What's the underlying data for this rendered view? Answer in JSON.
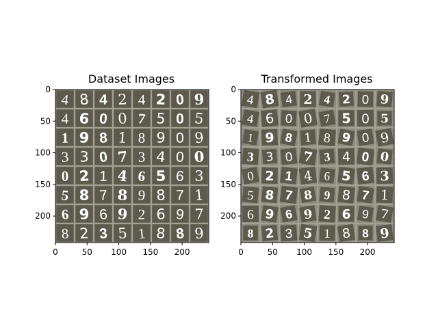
{
  "chart_data": [
    {
      "type": "image_grid",
      "title": "Dataset Images",
      "xlim": [
        0,
        242
      ],
      "ylim": [
        242,
        0
      ],
      "xticks": [
        0,
        50,
        100,
        150,
        200
      ],
      "yticks": [
        0,
        50,
        100,
        150,
        200
      ],
      "grid_rows": 8,
      "grid_cols": 8,
      "digits": [
        [
          "4",
          "8",
          "4",
          "2",
          "4",
          "2",
          "0",
          "9"
        ],
        [
          "4",
          "6",
          "0",
          "0",
          "7",
          "5",
          "0",
          "5"
        ],
        [
          "1",
          "9",
          "8",
          "1",
          "8",
          "9",
          "0",
          "9"
        ],
        [
          "3",
          "3",
          "0",
          "7",
          "3",
          "4",
          "0",
          "0"
        ],
        [
          "0",
          "2",
          "1",
          "4",
          "6",
          "5",
          "6",
          "3"
        ],
        [
          "5",
          "8",
          "7",
          "8",
          "9",
          "8",
          "7",
          "1"
        ],
        [
          "6",
          "9",
          "6",
          "9",
          "2",
          "6",
          "9",
          "7"
        ],
        [
          "8",
          "2",
          "3",
          "5",
          "1",
          "8",
          "8",
          "9"
        ]
      ],
      "transformed": false
    },
    {
      "type": "image_grid",
      "title": "Transformed Images",
      "xlim": [
        0,
        242
      ],
      "ylim": [
        242,
        0
      ],
      "xticks": [
        0,
        50,
        100,
        150,
        200
      ],
      "yticks": [
        0,
        50,
        100,
        150,
        200
      ],
      "grid_rows": 8,
      "grid_cols": 8,
      "digits": [
        [
          "4",
          "8",
          "4",
          "2",
          "4",
          "2",
          "0",
          "9"
        ],
        [
          "4",
          "6",
          "0",
          "0",
          "7",
          "5",
          "0",
          "5"
        ],
        [
          "1",
          "9",
          "8",
          "1",
          "8",
          "9",
          "0",
          "9"
        ],
        [
          "3",
          "3",
          "0",
          "7",
          "3",
          "4",
          "0",
          "0"
        ],
        [
          "0",
          "2",
          "1",
          "4",
          "6",
          "5",
          "6",
          "3"
        ],
        [
          "5",
          "8",
          "7",
          "8",
          "9",
          "8",
          "7",
          "1"
        ],
        [
          "6",
          "9",
          "6",
          "9",
          "2",
          "6",
          "9",
          "7"
        ],
        [
          "8",
          "2",
          "3",
          "5",
          "1",
          "8",
          "8",
          "9"
        ]
      ],
      "transformed": true
    }
  ],
  "colors": {
    "tile_background": "#5d5a4d",
    "frame_background": "#8c8a7d",
    "grid_line": "#a3a195",
    "digit": "#ffffff"
  }
}
